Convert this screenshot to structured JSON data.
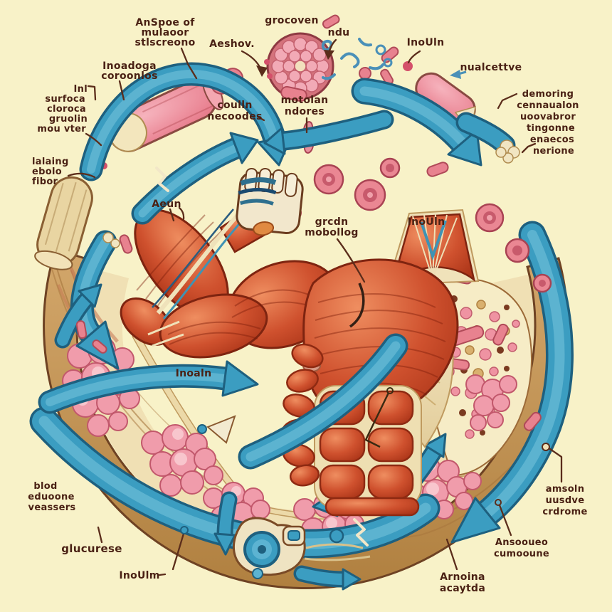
{
  "title": "muscle-insulin-cycle-illustration",
  "palette": {
    "background": "#f8f2c8",
    "arrow_blue": "#3b9dc1",
    "arrow_blue_dark": "#1e607f",
    "muscle_red": "#c64a2a",
    "muscle_dark": "#7e2410",
    "tendon_cream": "#f0e2b6",
    "cell_pink": "#ee8598",
    "gland_pink": "#f09cab",
    "rim_tan": "#c8995f",
    "label_brown": "#4a2114"
  },
  "labels": {
    "fiber_structure": {
      "lines": [
        "AnSpoe of",
        "mulaoor",
        "stlscreono"
      ]
    },
    "granules": {
      "lines": [
        "Inoadoga",
        "coroonlos"
      ]
    },
    "aeshov": {
      "lines": [
        "Aeshov."
      ]
    },
    "glycogen": {
      "lines": [
        "grocoven"
      ]
    },
    "ndu": {
      "lines": [
        "ndu"
      ]
    },
    "insulin_top": {
      "lines": [
        "InoUln"
      ]
    },
    "nucleotide": {
      "lines": [
        "nualcettve"
      ]
    },
    "membrane_block": {
      "lines": [
        "demoring",
        "cennaualon",
        "uoovabror",
        "tingonne",
        "enaecos",
        "nerione"
      ]
    },
    "surface_block": {
      "lines": [
        "Inl",
        "surfoca",
        "cloroca",
        "gruolin",
        "mou vter"
      ]
    },
    "fiber_block": {
      "lines": [
        "lalaing",
        "ebolo",
        "fibor"
      ]
    },
    "insulin_receptors": {
      "lines": [
        "coulln",
        "necoodes"
      ]
    },
    "myofibril": {
      "lines": [
        "motolan",
        "ndores"
      ]
    },
    "aeun": {
      "lines": [
        "Aeun"
      ]
    },
    "protein_modeling": {
      "lines": [
        "grcdn",
        "mobollog"
      ]
    },
    "insulin_mid": {
      "lines": [
        "InoUln"
      ]
    },
    "insulin_center": {
      "lines": [
        "Inoaln"
      ]
    },
    "blood_vessels": {
      "lines": [
        "blod",
        "eduoone",
        "veassers"
      ]
    },
    "glucose": {
      "lines": [
        "glucurese"
      ]
    },
    "insulin_bottom": {
      "lines": [
        "InoUlm"
      ]
    },
    "amino_acids": {
      "lines": [
        "Arnoina",
        "acaytda"
      ]
    },
    "adipose_compound": {
      "lines": [
        "Ansooueo",
        "cumooune"
      ]
    },
    "muscle_tissue": {
      "lines": [
        "amsoln",
        "uusdve",
        "crdrome"
      ]
    }
  }
}
